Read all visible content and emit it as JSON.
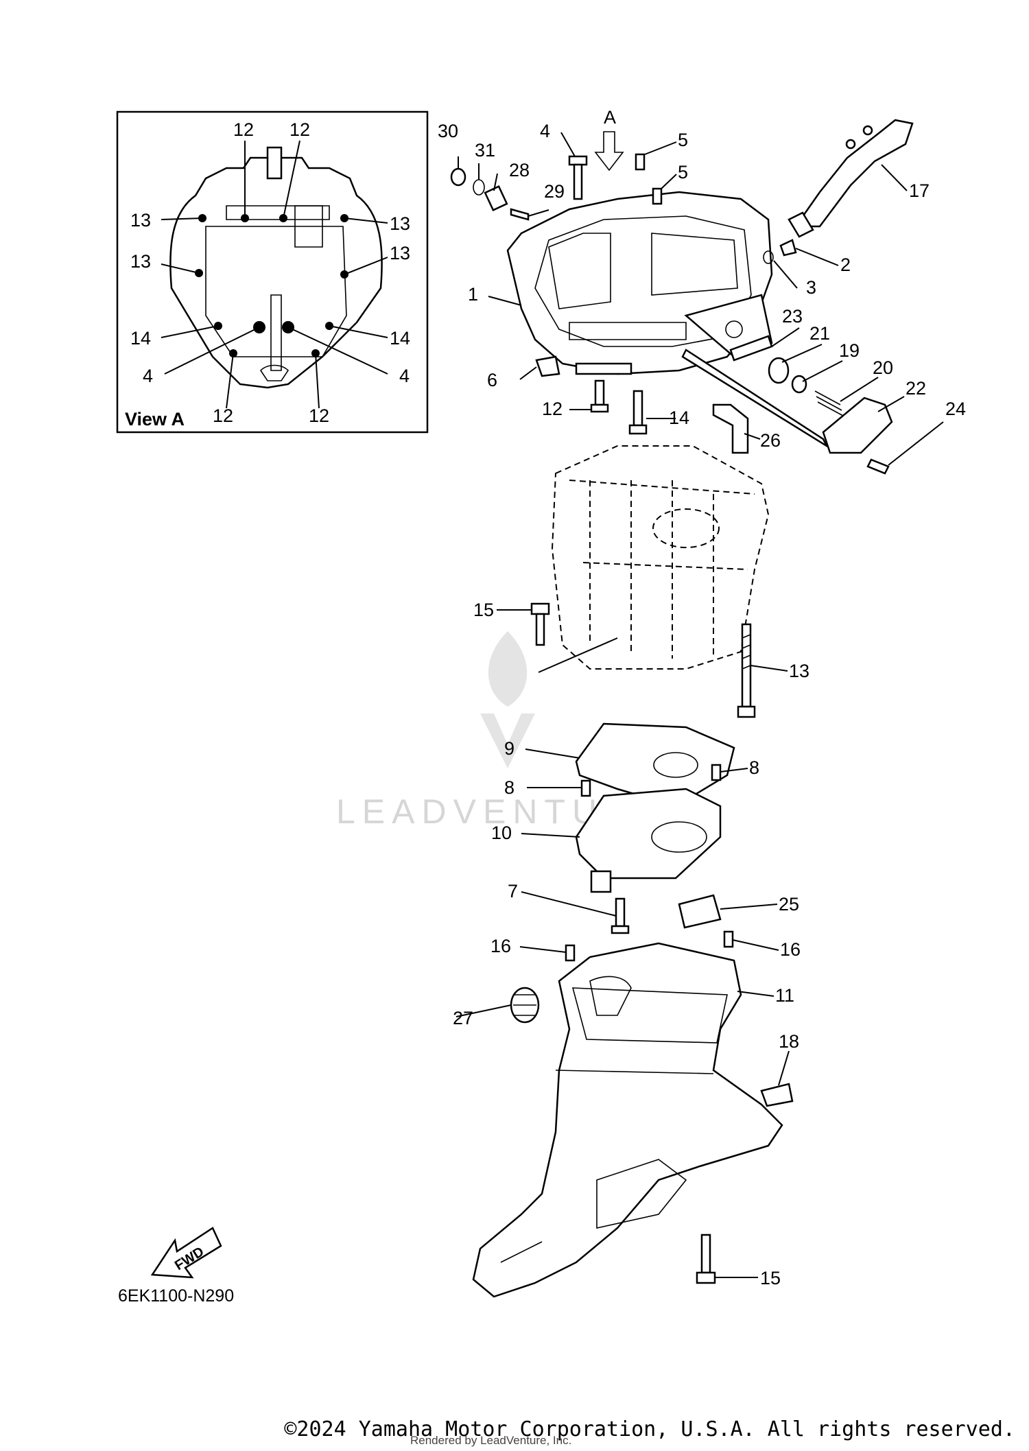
{
  "view_a": {
    "title": "View A",
    "labels": [
      "12",
      "12",
      "13",
      "13",
      "13",
      "13",
      "14",
      "14",
      "4",
      "4",
      "12",
      "12"
    ]
  },
  "arrow_label": "A",
  "callouts": [
    "30",
    "31",
    "28",
    "4",
    "29",
    "5",
    "5",
    "17",
    "2",
    "3",
    "1",
    "23",
    "21",
    "19",
    "20",
    "22",
    "24",
    "6",
    "12",
    "14",
    "26",
    "15",
    "13",
    "9",
    "8",
    "8",
    "10",
    "7",
    "25",
    "16",
    "16",
    "27",
    "11",
    "18",
    "15"
  ],
  "fwd_label": "FWD",
  "diagram_code": "6EK1100-N290",
  "watermark": "LEADVENTURE",
  "footer": {
    "copyright": "©2024 Yamaha Motor Corporation, U.S.A. All rights reserved.",
    "rendered_by": "Rendered by LeadVenture, Inc."
  }
}
